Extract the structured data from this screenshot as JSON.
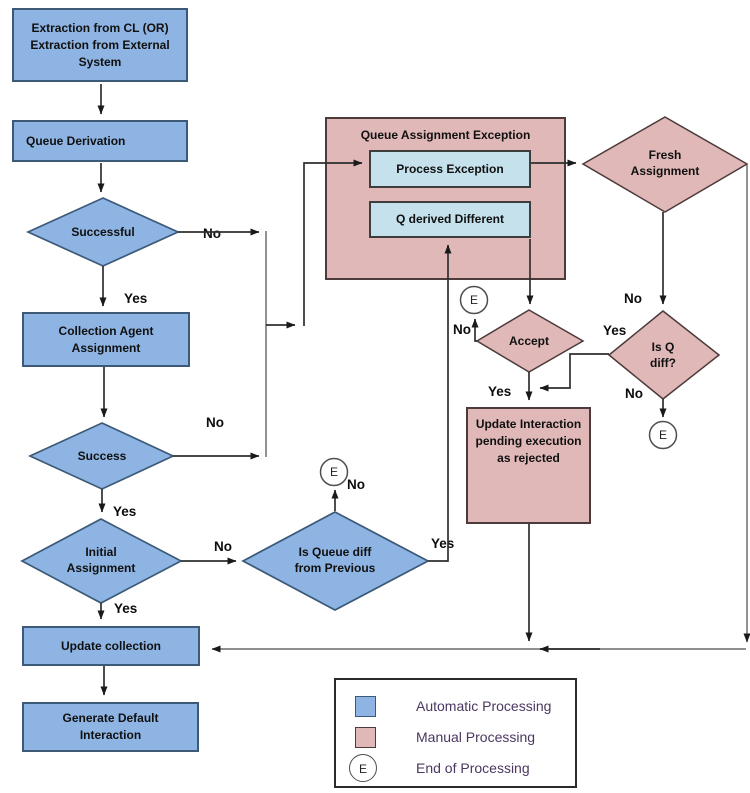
{
  "colors": {
    "automatic_fill": "#8eb4e3",
    "automatic_border": "#3c5a78",
    "manual_fill": "#e0b8b8",
    "manual_border": "#4d3a3a",
    "exception_inner_fill": "#c4e1ec",
    "connector": "#2f2f2f",
    "legend_text": "#4b3760"
  },
  "nodes": {
    "extraction": {
      "lines": [
        "Extraction from CL (OR)",
        "Extraction from External",
        "System"
      ]
    },
    "queue_derivation": {
      "label": "Queue Derivation"
    },
    "successful": {
      "label": "Successful"
    },
    "collection_agent": {
      "lines": [
        "Collection Agent",
        "Assignment"
      ]
    },
    "success": {
      "label": "Success"
    },
    "initial_assignment": {
      "lines": [
        "Initial",
        "Assignment"
      ]
    },
    "update_collection": {
      "label": "Update collection"
    },
    "generate_default": {
      "lines": [
        "Generate Default",
        "Interaction"
      ]
    },
    "queue_assignment_exception": {
      "title": "Queue Assignment Exception"
    },
    "process_exception": {
      "label": "Process Exception"
    },
    "q_derived_different": {
      "label": "Q derived Different"
    },
    "fresh_assignment": {
      "lines": [
        "Fresh",
        "Assignment"
      ]
    },
    "accept": {
      "label": "Accept"
    },
    "is_q_diff": {
      "lines": [
        "Is Q",
        "diff?"
      ]
    },
    "update_interaction": {
      "lines": [
        "Update Interaction",
        "pending execution",
        "as rejected"
      ]
    },
    "is_queue_diff": {
      "lines": [
        "Is Queue diff",
        "from Previous"
      ]
    },
    "end_symbol": "E"
  },
  "edge_labels": {
    "successful_no": "No",
    "successful_yes": "Yes",
    "success_no": "No",
    "success_yes": "Yes",
    "initial_no": "No",
    "initial_yes": "Yes",
    "is_queue_diff_yes": "Yes",
    "is_queue_diff_no": "No",
    "accept_no": "No",
    "accept_yes": "Yes",
    "fresh_no": "No",
    "is_q_diff_yes": "Yes",
    "is_q_diff_no": "No"
  },
  "legend": {
    "end_symbol": "E",
    "items": [
      {
        "label": "Automatic Processing"
      },
      {
        "label": "Manual Processing"
      },
      {
        "label": "End of Processing"
      }
    ]
  }
}
